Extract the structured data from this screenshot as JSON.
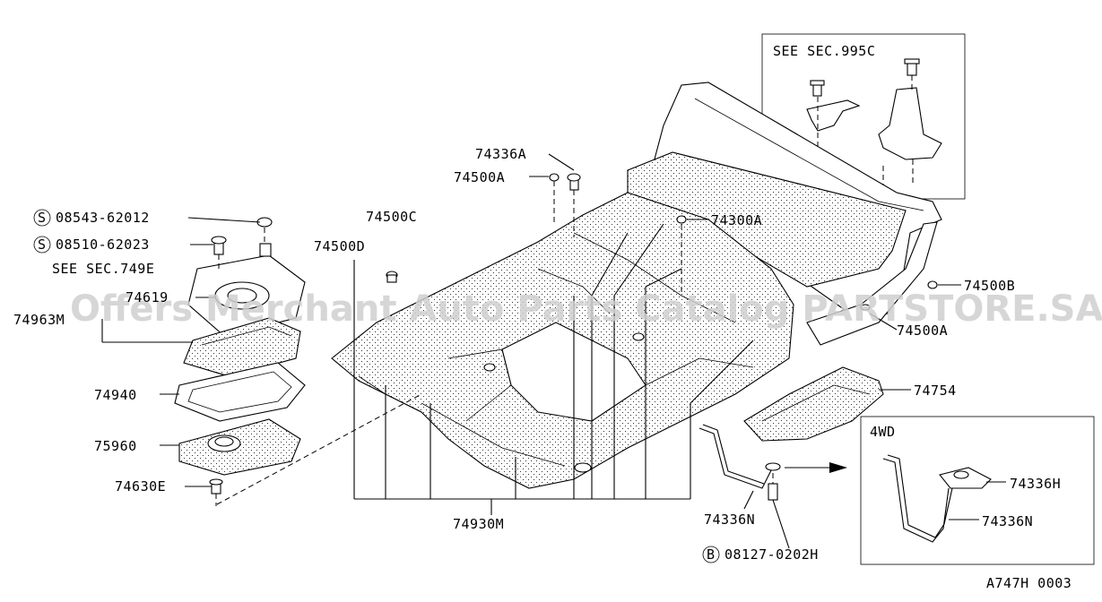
{
  "labels": {
    "p74336A": "74336A",
    "p74500A_top": "74500A",
    "p74500C": "74500C",
    "p74500D": "74500D",
    "p74300A": "74300A",
    "p74500B": "74500B",
    "p74500A_right": "74500A",
    "p74754": "74754",
    "p74930M": "74930M",
    "p74336N": "74336N",
    "p74336H_4wd": "74336H",
    "p74336N_4wd": "74336N",
    "s08543": "08543-62012",
    "s08510": "08510-62023",
    "see749": "SEE SEC.749E",
    "p74619": "74619",
    "p74963": "74963M",
    "p74940": "74940",
    "p75960": "75960",
    "p74630E": "74630E",
    "b08127": "08127-0202H"
  },
  "symbols": {
    "s": "S",
    "b": "B"
  },
  "boxes": {
    "see995c": "SEE SEC.995C",
    "wd4": "4WD"
  },
  "footer": {
    "code": "A747H 0003"
  },
  "watermark": {
    "text": "Offers Merchant Auto Parts Catalog PARTSTORE.SA"
  }
}
